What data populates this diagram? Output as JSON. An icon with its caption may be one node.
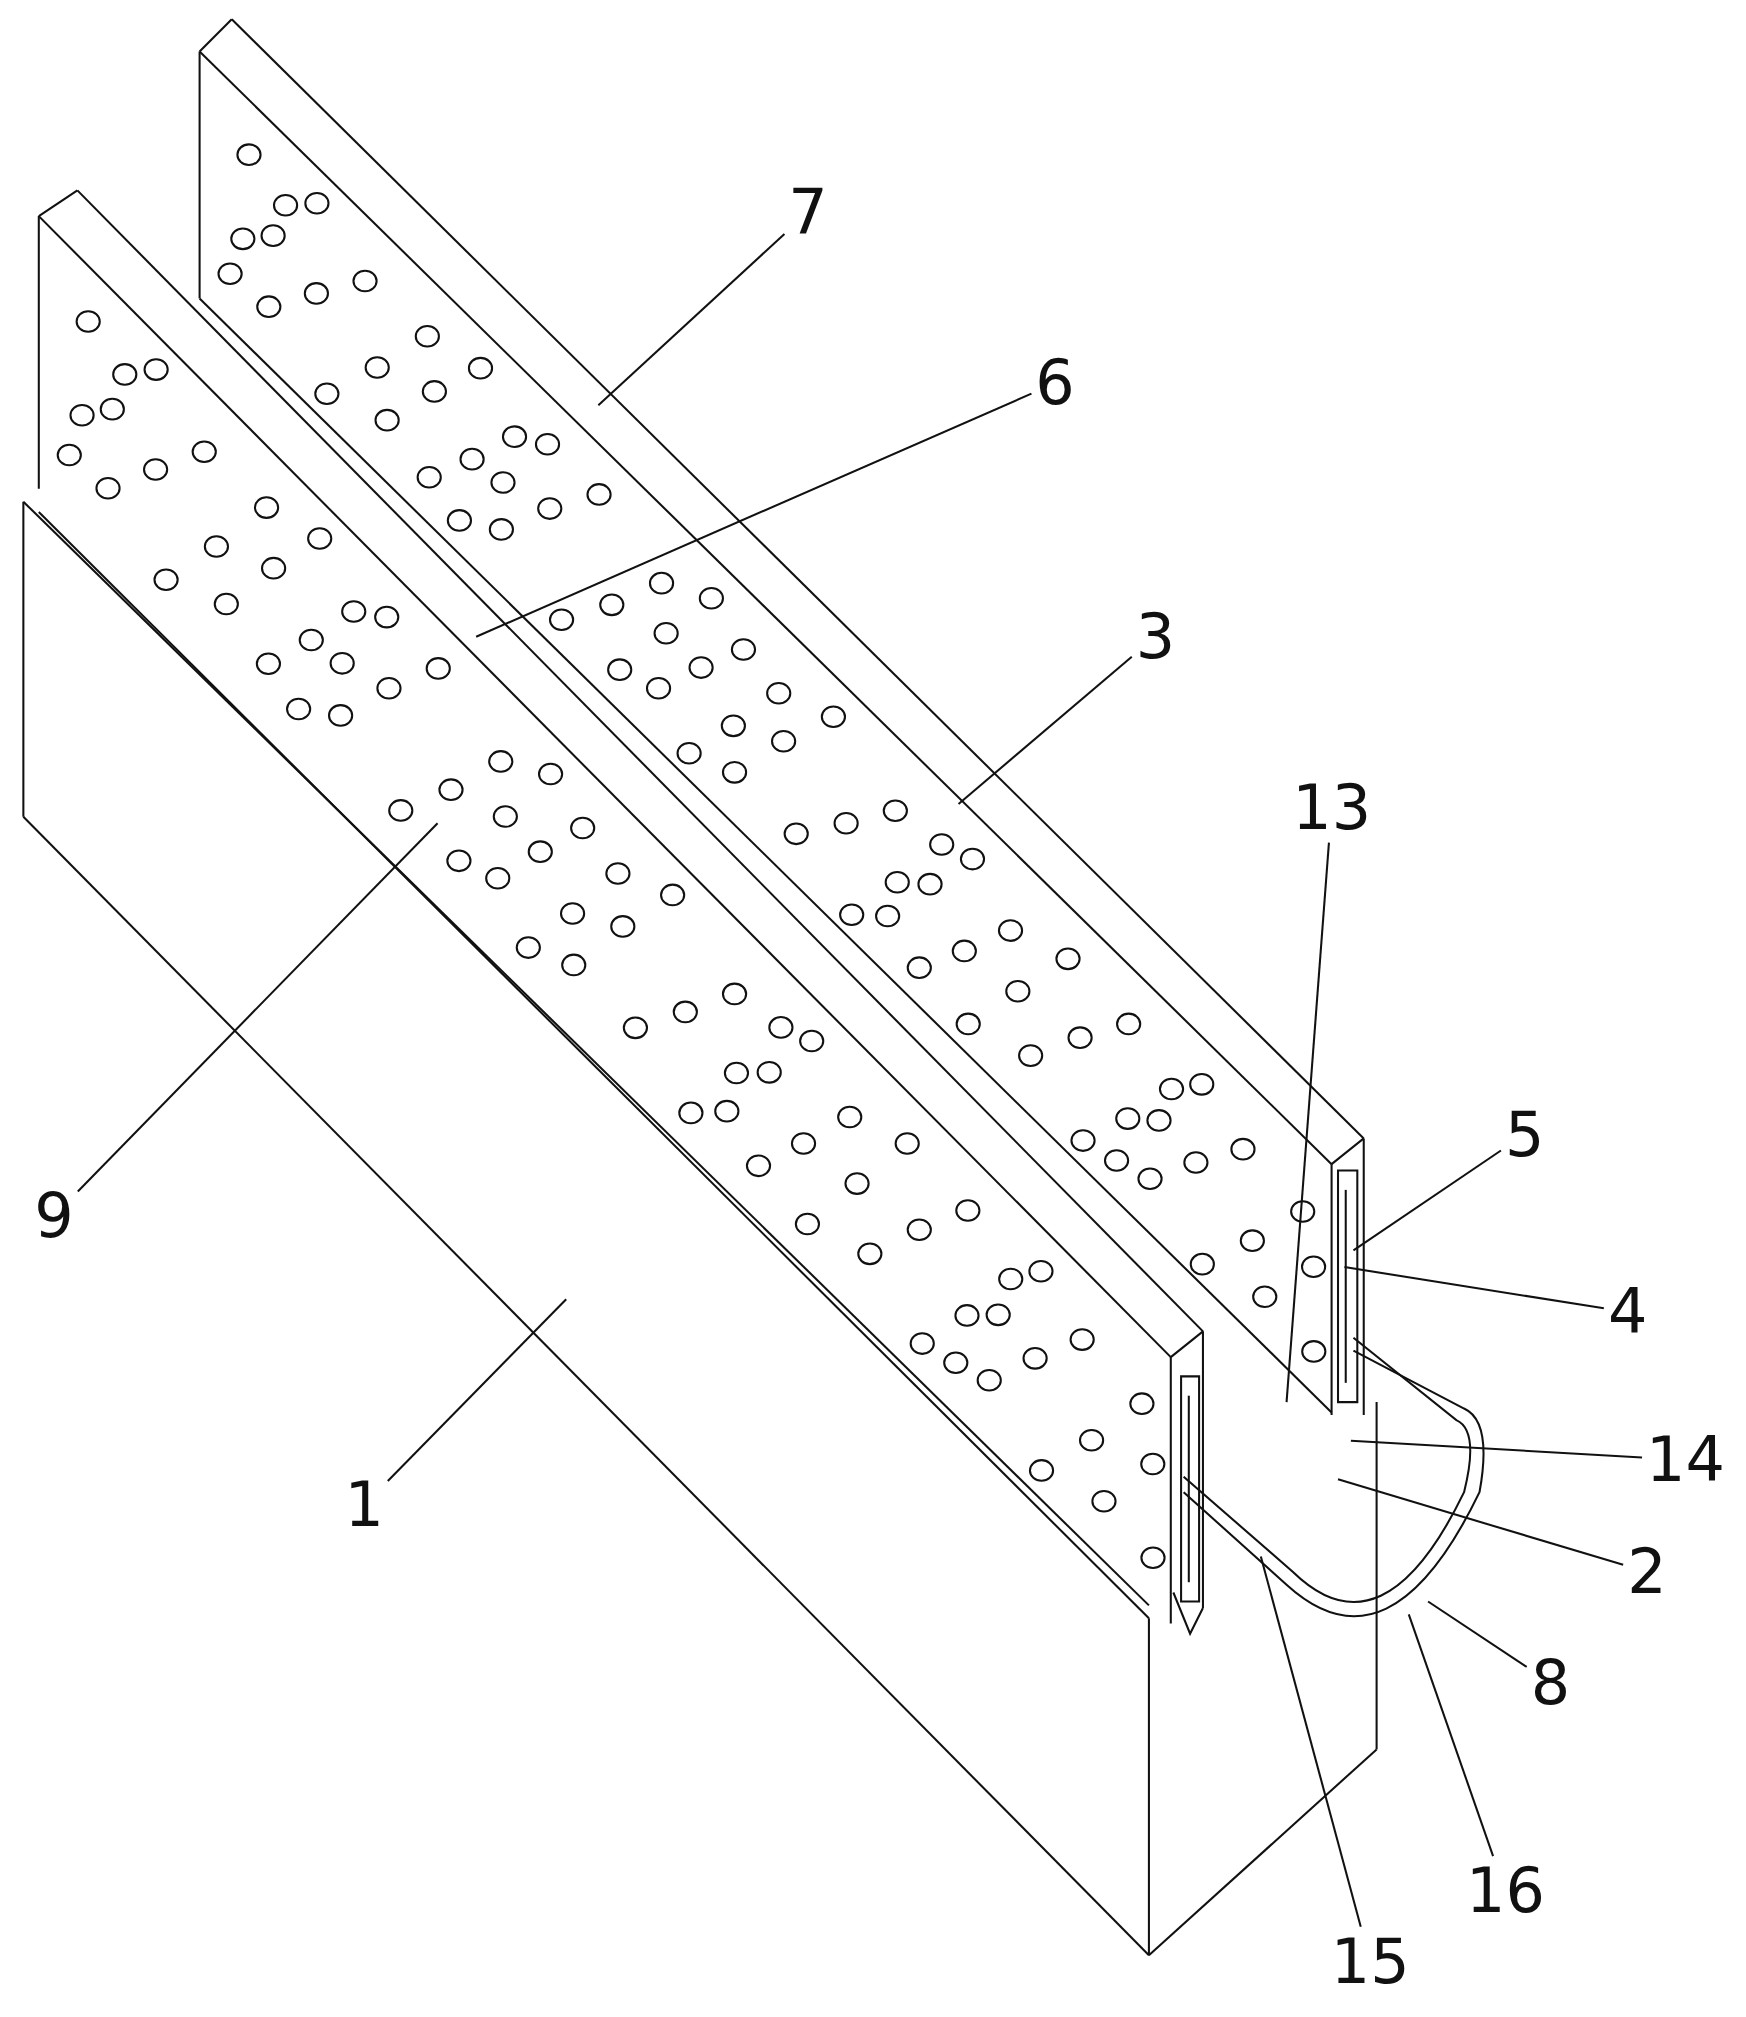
{
  "diagram": {
    "nodes": [
      {
        "text": [
          "7"
        ]
      },
      {
        "text": [
          "6"
        ]
      },
      {
        "text": [
          "3"
        ]
      },
      {
        "text": [
          "13"
        ]
      },
      {
        "text": [
          "5"
        ]
      },
      {
        "text": [
          "9"
        ]
      },
      {
        "text": [
          "4"
        ]
      },
      {
        "text": [
          "14"
        ]
      },
      {
        "text": [
          "1"
        ]
      },
      {
        "text": [
          "2"
        ]
      },
      {
        "text": [
          "8"
        ]
      },
      {
        "text": [
          "16"
        ]
      },
      {
        "text": [
          "15"
        ]
      }
    ],
    "edges": [
      {
        "from": 0,
        "to": null,
        "arrow": "none"
      },
      {
        "from": 1,
        "to": null,
        "arrow": "none"
      },
      {
        "from": 2,
        "to": null,
        "arrow": "none"
      },
      {
        "from": 3,
        "to": null,
        "arrow": "none"
      },
      {
        "from": 4,
        "to": null,
        "arrow": "none"
      },
      {
        "from": 5,
        "to": null,
        "arrow": "none"
      },
      {
        "from": 6,
        "to": null,
        "arrow": "none"
      },
      {
        "from": 7,
        "to": null,
        "arrow": "none"
      },
      {
        "from": 8,
        "to": null,
        "arrow": "none"
      },
      {
        "from": 9,
        "to": null,
        "arrow": "none"
      },
      {
        "from": 10,
        "to": null,
        "arrow": "none"
      },
      {
        "from": 11,
        "to": null,
        "arrow": "none"
      },
      {
        "from": 12,
        "to": null,
        "arrow": "none"
      }
    ]
  }
}
